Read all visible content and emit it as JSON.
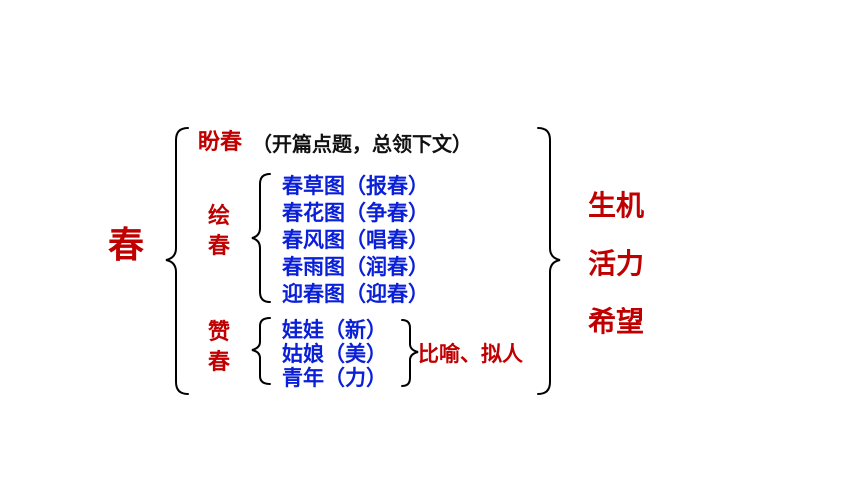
{
  "root": "春",
  "pan": {
    "label": "盼春",
    "note": "（开篇点题，总领下文）"
  },
  "hui": {
    "label": "绘春",
    "items": [
      "春草图（报春）",
      "春花图（争春）",
      "春风图（唱春）",
      "春雨图（润春）",
      "迎春图（迎春）"
    ]
  },
  "zan": {
    "label": "赞春",
    "items": [
      "娃娃（新）",
      "姑娘（美）",
      "青年（力）"
    ],
    "technique": "比喻、拟人"
  },
  "summary": [
    "生机",
    "活力",
    "希望"
  ],
  "colors": {
    "red": "#c00000",
    "blue": "#0a1fd8",
    "black": "#111111"
  }
}
